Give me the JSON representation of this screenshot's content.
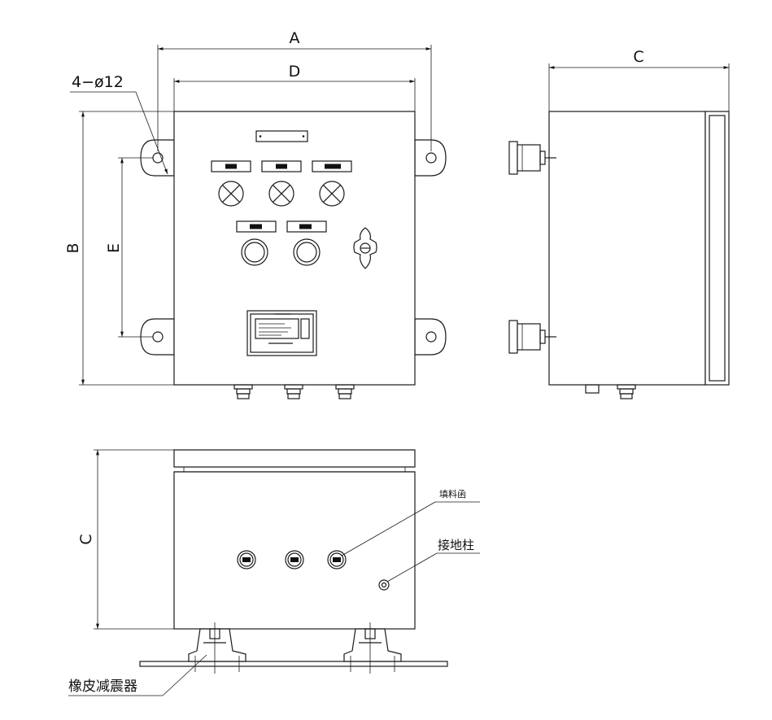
{
  "dimensions": {
    "A": "A",
    "B": "B",
    "C_top": "C",
    "C_side": "C",
    "D": "D",
    "E": "E"
  },
  "callouts": {
    "holes": "4−ø12",
    "gland": "填料函",
    "ground": "接地柱",
    "damper": "橡皮减震器"
  }
}
